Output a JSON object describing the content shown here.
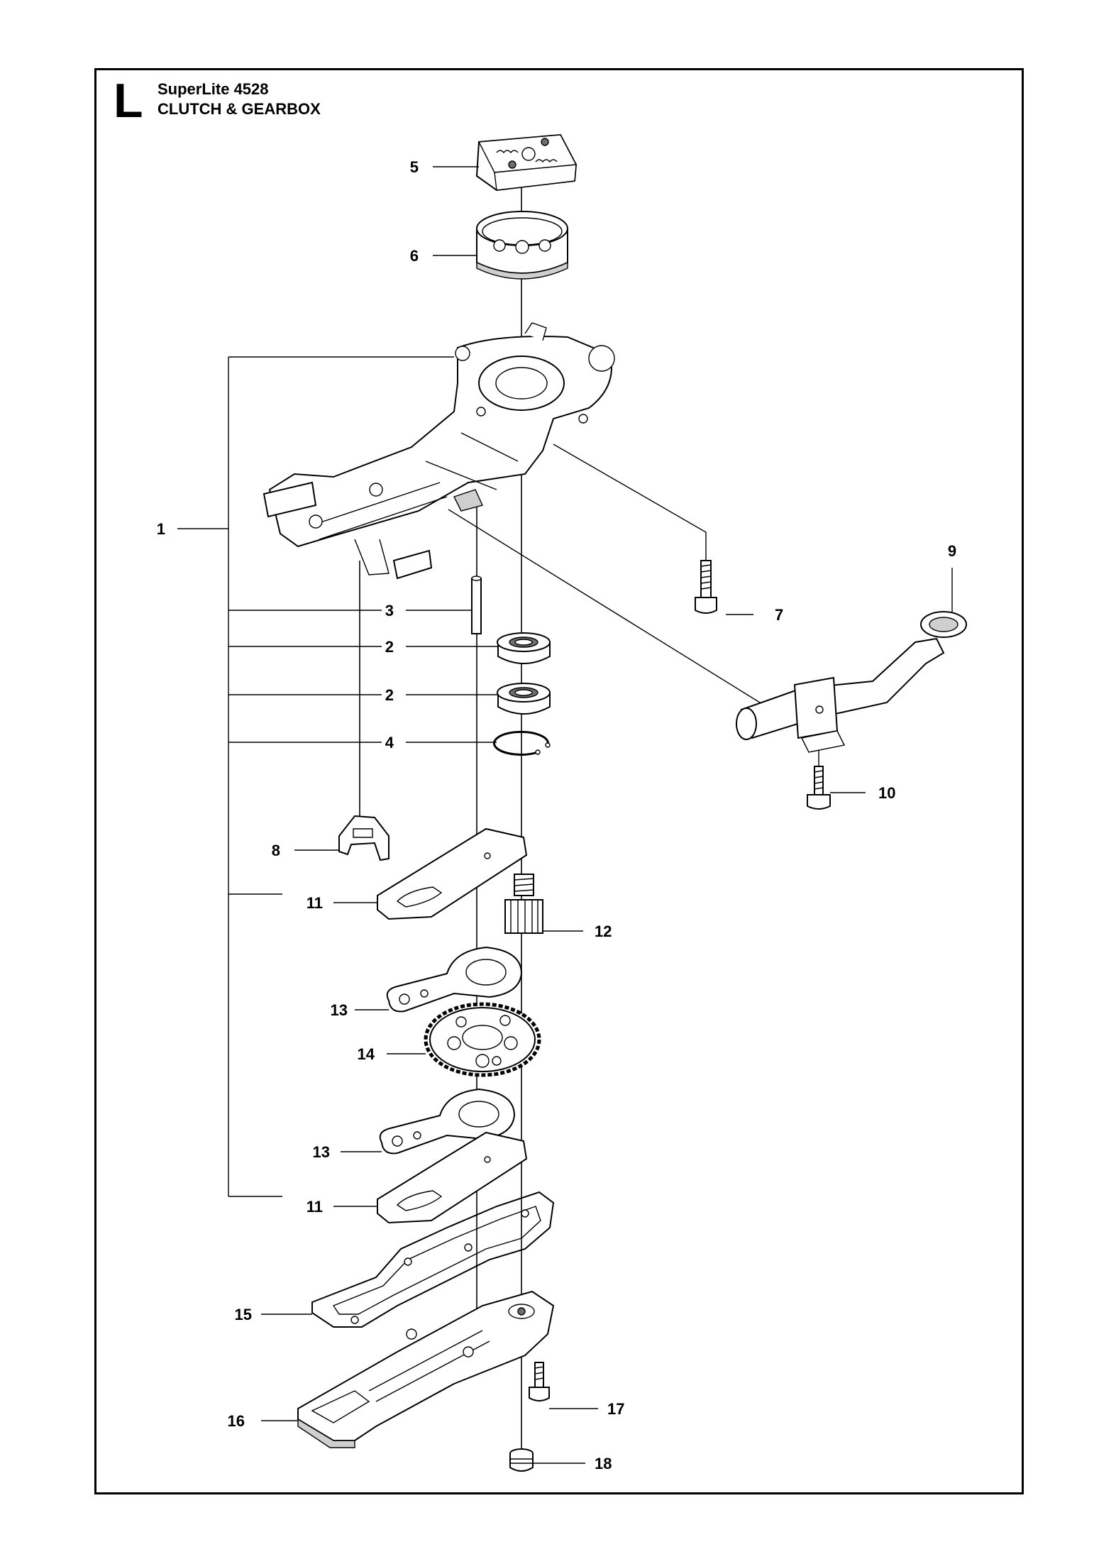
{
  "header": {
    "section_letter": "L",
    "model": "SuperLite 4528",
    "section_title": "CLUTCH & GEARBOX"
  },
  "callouts": {
    "c1": "1",
    "c2a": "2",
    "c2b": "2",
    "c3": "3",
    "c4": "4",
    "c5": "5",
    "c6": "6",
    "c7": "7",
    "c8": "8",
    "c9": "9",
    "c10": "10",
    "c11a": "11",
    "c11b": "11",
    "c12": "12",
    "c13a": "13",
    "c13b": "13",
    "c14": "14",
    "c15": "15",
    "c16": "16",
    "c17": "17",
    "c18": "18"
  }
}
